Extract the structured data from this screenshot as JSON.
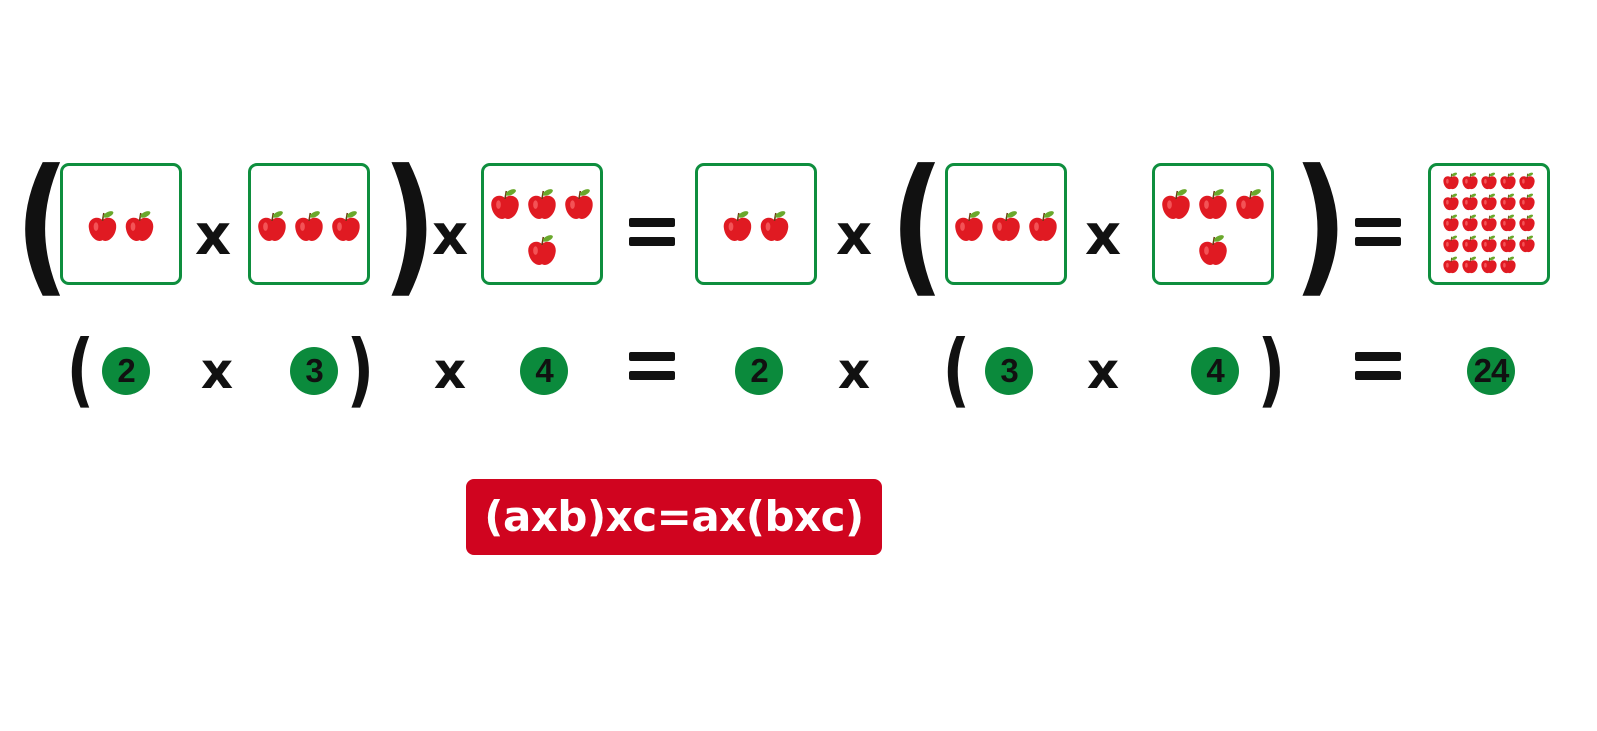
{
  "colors": {
    "box_border": "#0e8e3e",
    "circle_fill": "#0b8a3c",
    "formula_bg": "#d0041f",
    "formula_text": "#ffffff",
    "apple_red": "#e01a22",
    "leaf_green": "#6aa82c"
  },
  "symbols": {
    "open_paren": "(",
    "close_paren": ")",
    "times": "x"
  },
  "top_row": {
    "apple_counts": [
      2,
      3,
      4,
      2,
      3,
      4,
      24
    ]
  },
  "bottom_row": {
    "numbers": [
      "2",
      "3",
      "4",
      "2",
      "3",
      "4",
      "24"
    ]
  },
  "formula": "(axb)xc=ax(bxc)"
}
